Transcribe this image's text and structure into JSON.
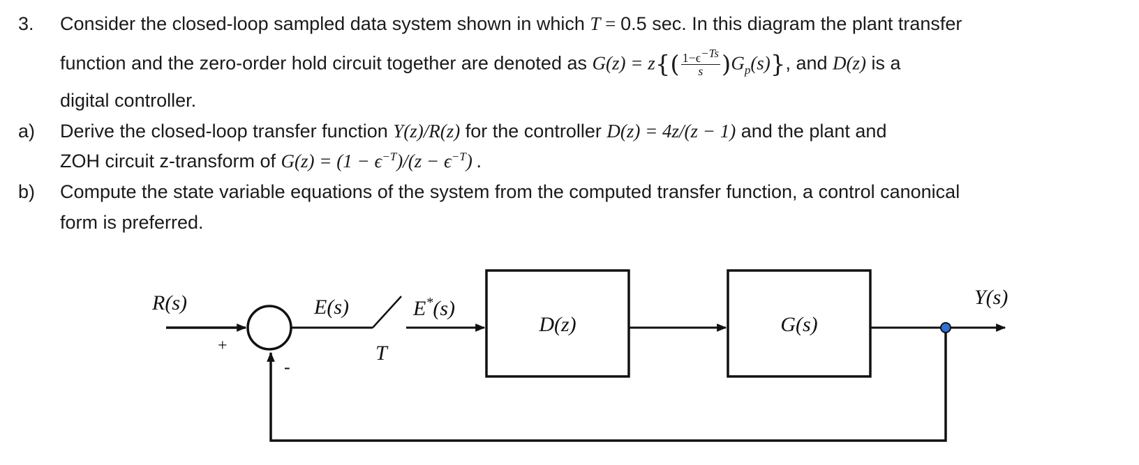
{
  "problem": {
    "number": "3.",
    "intro_line1_a": "Consider the closed-loop sampled data system shown in which ",
    "intro_T": "T",
    "intro_eq": " = ",
    "intro_T_value": "0.5",
    "intro_line1_b": " sec. In this diagram the plant transfer",
    "intro_line2_a": "function and the zero-order hold circuit together are denoted as ",
    "intro_Gz": "G",
    "intro_z_paren": "(z)",
    "intro_eq2": " = z",
    "intro_frac_num": "1−ϵ",
    "intro_frac_num_exp": "−Ts",
    "intro_frac_den": "s",
    "intro_Gp": "G",
    "intro_Gp_sub": "p",
    "intro_Gp_arg": "(s)",
    "intro_line2_b": ", and ",
    "intro_Dz": "D(z)",
    "intro_line2_c": " is a",
    "intro_line3": "digital controller."
  },
  "part_a": {
    "label": "a)",
    "line1_a": "Derive the closed-loop transfer function ",
    "line1_tf": "Y(z)/R(z)",
    "line1_b": " for the controller ",
    "line1_D": "D(z) = 4z/(z − 1)",
    "line1_c": " and the plant and",
    "line2_a": "ZOH circuit z-transform of ",
    "line2_G": "G(z) = (1 − ϵ",
    "line2_exp1": "−T",
    "line2_mid": ")/(z − ϵ",
    "line2_exp2": "−T",
    "line2_end": ") ."
  },
  "part_b": {
    "label": "b)",
    "line1": "Compute the state variable equations of the system from the computed transfer function, a control canonical",
    "line2": "form is preferred."
  },
  "diagram": {
    "input_label": "R(s)",
    "plus_sign": "+",
    "minus_sign": "-",
    "error_label": "E(s)",
    "sampler_label": "T",
    "sampled_label": "E",
    "sampled_star": "*",
    "sampled_arg": "(s)",
    "controller_label": "D(z)",
    "plant_label": "G(s)",
    "output_label": "Y(s)",
    "junction_color": "#2e6fd8"
  }
}
